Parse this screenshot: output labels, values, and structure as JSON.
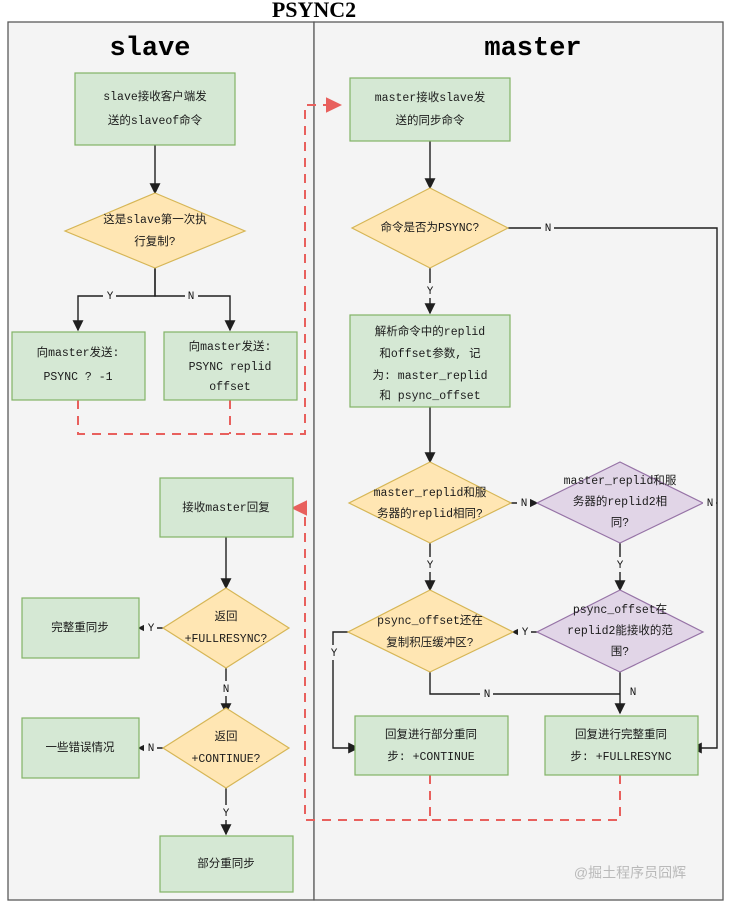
{
  "title": "PSYNC2",
  "lanes": [
    {
      "id": "slave",
      "label": "slave"
    },
    {
      "id": "master",
      "label": "master"
    }
  ],
  "watermark": "@掘土程序员囧辉",
  "colors": {
    "process_fill": "#d5e8d4",
    "process_stroke": "#82b366",
    "decision_fill": "#ffe6b3",
    "decision_stroke": "#d6b656",
    "decision_alt_fill": "#e1d5e7",
    "decision_alt_stroke": "#9673a6",
    "lane_fill": "#f4f4f4",
    "lane_stroke": "#5a5a5a",
    "edge_solid": "#1f1f1f",
    "edge_dashed": "#e8605d"
  },
  "nodes": {
    "slave_recv_cmd": {
      "kind": "process",
      "lines": [
        "slave接收客户端发",
        "送的slaveof命令"
      ]
    },
    "slave_first_repl": {
      "kind": "decision",
      "lines": [
        "这是slave第一次执",
        "行复制?"
      ]
    },
    "slave_send_psync_full": {
      "kind": "process",
      "lines": [
        "向master发送:",
        "PSYNC ? -1"
      ]
    },
    "slave_send_psync_partial": {
      "kind": "process",
      "lines": [
        "向master发送:",
        "PSYNC replid",
        "offset"
      ]
    },
    "slave_recv_reply": {
      "kind": "process",
      "lines": [
        "接收master回复"
      ]
    },
    "slave_is_fullresync": {
      "kind": "decision",
      "lines": [
        "返回",
        "+FULLRESYNC?"
      ]
    },
    "slave_full_resync": {
      "kind": "process",
      "lines": [
        "完整重同步"
      ]
    },
    "slave_is_continue": {
      "kind": "decision",
      "lines": [
        "返回",
        "+CONTINUE?"
      ]
    },
    "slave_errors": {
      "kind": "process",
      "lines": [
        "一些错误情况"
      ]
    },
    "slave_partial_resync": {
      "kind": "process",
      "lines": [
        "部分重同步"
      ]
    },
    "master_recv_cmd": {
      "kind": "process",
      "lines": [
        "master接收slave发",
        "送的同步命令"
      ]
    },
    "master_is_psync": {
      "kind": "decision",
      "lines": [
        "命令是否为PSYNC?"
      ]
    },
    "master_parse": {
      "kind": "process",
      "lines": [
        "解析命令中的replid",
        "和offset参数, 记",
        "为: master_replid",
        "和 psync_offset"
      ]
    },
    "master_replid_match": {
      "kind": "decision",
      "lines": [
        "master_replid和服",
        "务器的replid相同?"
      ]
    },
    "master_replid2_match": {
      "kind": "decision",
      "lines": [
        "master_replid和服",
        "务器的replid2相",
        "同?"
      ]
    },
    "master_offset_in_backlog": {
      "kind": "decision",
      "lines": [
        "psync_offset还在",
        "复制积压缓冲区?"
      ]
    },
    "master_offset_in_replid2": {
      "kind": "decision",
      "lines": [
        "psync_offset在",
        "replid2能接收的范",
        "围?"
      ]
    },
    "master_reply_continue": {
      "kind": "process",
      "lines": [
        "回复进行部分重同",
        "步: +CONTINUE"
      ]
    },
    "master_reply_fullresync": {
      "kind": "process",
      "lines": [
        "回复进行完整重同",
        "步: +FULLRESYNC"
      ]
    }
  },
  "edge_labels": {
    "slave_first_yes": "Y",
    "slave_first_no": "N",
    "slave_fullresync_yes": "Y",
    "slave_fullresync_no": "N",
    "slave_continue_no": "N",
    "slave_continue_yes": "Y",
    "master_is_psync_yes": "Y",
    "master_is_psync_no": "N",
    "master_replid_match_yes": "Y",
    "master_replid_match_no": "N",
    "master_replid2_match_yes": "Y",
    "master_replid2_match_no": "N",
    "master_backlog_yes": "Y",
    "master_backlog_no": "N",
    "master_replid2_range_yes": "Y",
    "master_replid2_range_no": "N"
  }
}
